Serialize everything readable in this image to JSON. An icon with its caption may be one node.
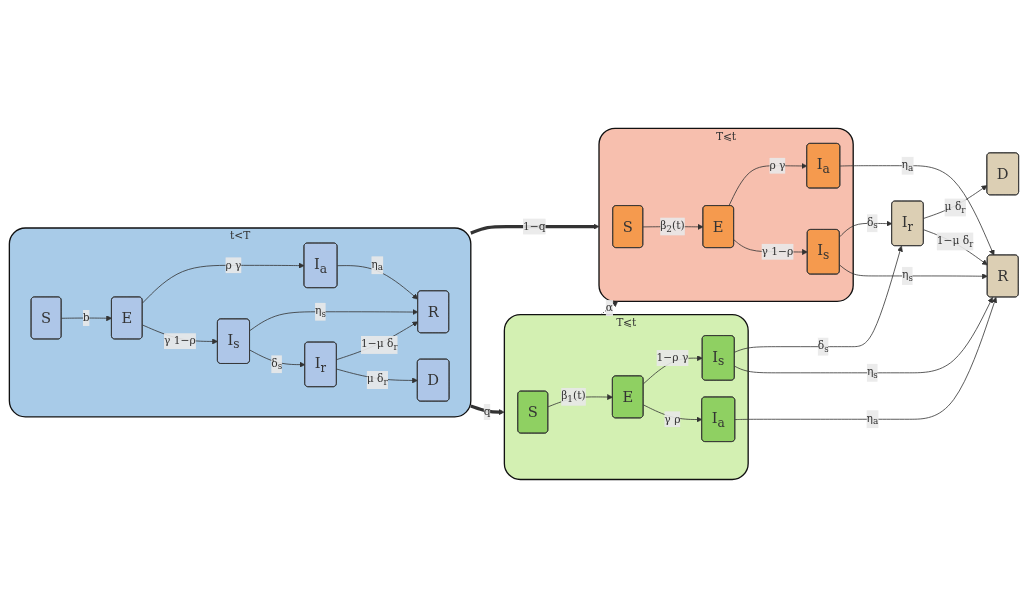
{
  "diagram": {
    "nodes": [
      {
        "text": [
          "t<T"
        ]
      },
      {
        "text": [
          "S"
        ],
        "in": 0
      },
      {
        "text": [
          "E"
        ],
        "in": 0
      },
      {
        "text": [
          "I$_{a}$"
        ],
        "in": 0
      },
      {
        "text": [
          "I$_{s}$"
        ],
        "in": 0
      },
      {
        "text": [
          "R"
        ],
        "in": 0
      },
      {
        "text": [
          "I$_{r}$"
        ],
        "in": 0
      },
      {
        "text": [
          "D"
        ],
        "in": 0
      },
      {
        "text": [
          "T⩽t"
        ]
      },
      {
        "text": [
          "S"
        ],
        "in": 8
      },
      {
        "text": [
          "E"
        ],
        "in": 8
      },
      {
        "text": [
          "I$_{a}$"
        ],
        "in": 8
      },
      {
        "text": [
          "I$_{s}$"
        ],
        "in": 8
      },
      {
        "text": [
          "D"
        ]
      },
      {
        "text": [
          "I$_{r}$"
        ]
      },
      {
        "text": [
          "R"
        ]
      },
      {
        "text": [
          "T⩽t"
        ]
      },
      {
        "text": [
          "S"
        ],
        "in": 16
      },
      {
        "text": [
          "E"
        ],
        "in": 16
      },
      {
        "text": [
          "I$_{s}$"
        ],
        "in": 16
      },
      {
        "text": [
          "I$_{a}$"
        ],
        "in": 16
      }
    ],
    "edges": [
      {
        "from": 1,
        "to": 2,
        "arrow": "to",
        "label": "b"
      },
      {
        "from": 2,
        "to": 3,
        "arrow": "to",
        "label": "ρ γ"
      },
      {
        "from": 2,
        "to": 4,
        "arrow": "to",
        "label": "γ 1−ρ"
      },
      {
        "from": 4,
        "to": 5,
        "arrow": "to",
        "label": "η$_{s}$"
      },
      {
        "from": 4,
        "to": 6,
        "arrow": "to",
        "label": "δ$_{s}$"
      },
      {
        "from": 3,
        "to": 5,
        "arrow": "to",
        "label": "η$_{a}$"
      },
      {
        "from": 6,
        "to": 5,
        "arrow": "to",
        "label": "1−μ δ$_{r}$"
      },
      {
        "from": 6,
        "to": 7,
        "arrow": "to",
        "label": "μ δ$_{r}$"
      },
      {
        "from": 0,
        "to": 8,
        "arrow": "to",
        "label": "1−q",
        "style": "thick"
      },
      {
        "from": 0,
        "to": 16,
        "arrow": "to",
        "label": "q",
        "style": "thick"
      },
      {
        "from": 9,
        "to": 10,
        "arrow": "to",
        "label": "β$_{2}$(t)"
      },
      {
        "from": 10,
        "to": 11,
        "arrow": "to",
        "label": "ρ γ"
      },
      {
        "from": 10,
        "to": 12,
        "arrow": "to",
        "label": "γ 1−ρ"
      },
      {
        "from": 12,
        "to": 14,
        "arrow": "to",
        "label": "δ$_{s}$"
      },
      {
        "from": 12,
        "to": 15,
        "arrow": "to",
        "label": "η$_{s}$"
      },
      {
        "from": 11,
        "to": 15,
        "arrow": "to",
        "label": "η$_{a}$"
      },
      {
        "from": 14,
        "to": 13,
        "arrow": "to",
        "label": "μ δ$_{r}$"
      },
      {
        "from": 14,
        "to": 15,
        "arrow": "to",
        "label": "1−μ δ$_{r}$"
      },
      {
        "from": 17,
        "to": 18,
        "arrow": "to",
        "label": "β$_{1}$(t)"
      },
      {
        "from": 18,
        "to": 19,
        "arrow": "to",
        "label": "1−ρ γ"
      },
      {
        "from": 18,
        "to": 20,
        "arrow": "to",
        "label": "γ ρ"
      },
      {
        "from": 19,
        "to": 14,
        "arrow": "to",
        "label": "δ$_{s}$"
      },
      {
        "from": 19,
        "to": 15,
        "arrow": "to",
        "label": "η$_{s}$"
      },
      {
        "from": 20,
        "to": 15,
        "arrow": "to",
        "label": "η$_{a}$"
      },
      {
        "from": 16,
        "to": 8,
        "arrow": "to",
        "label": "α",
        "style": "dashed"
      }
    ]
  }
}
